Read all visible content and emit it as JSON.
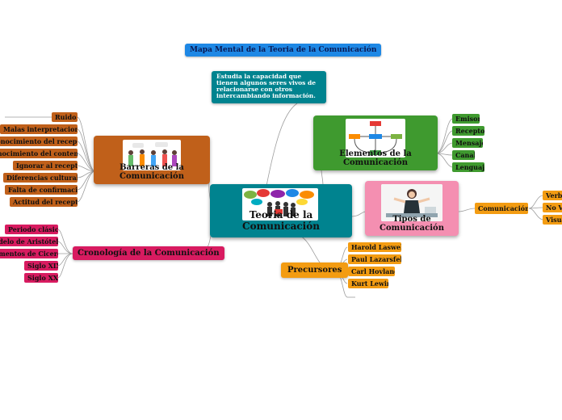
{
  "title": "Mapa Mental de la Teoria de la Comunicación",
  "description": "Estudia la capacidad que tienen algunos seres vivos de relacionarse con otros intercambiando información.",
  "central": "Teoria de la Comunicación",
  "barreras": {
    "label": "Barreras de la Comunicación",
    "items": [
      "Ruido",
      "Malas interpretaciones",
      "Desconocimiento del receptor",
      "Desconocimiento del contenido",
      "Ignorar al receptor",
      "Diferencias culturales",
      "Falta de confirmación",
      "Actitud del receptor"
    ]
  },
  "elementos": {
    "label": "Elementos de la Comunicación",
    "items": [
      "Emisor",
      "Receptor",
      "Mensaje",
      "Canal",
      "Lenguaje"
    ]
  },
  "tipos": {
    "label": "Tipos de Comunicación",
    "sub": "Comunicación",
    "items": [
      "Verbal",
      "No Verbal",
      "Visual"
    ]
  },
  "cronologia": {
    "label": "Cronología de la Comunicación",
    "items": [
      "Periodo clásico",
      "Modelo de Aristóteles",
      "Elementos de Cicerón",
      "Siglo XIX",
      "Siglo XXI"
    ]
  },
  "precursores": {
    "label": "Precursores",
    "items": [
      "Harold Laswell",
      "Paul Lazarsfeld",
      "Carl Hovland",
      "Kurt Lewin"
    ]
  },
  "colors": {
    "main": "#00838f",
    "barreras": "#c0601a",
    "elementos": "#3f9a2f",
    "tipos": "#f48fb1",
    "cronologia": "#d81b60",
    "precursores": "#f39c12",
    "title": "#1e88e5"
  }
}
